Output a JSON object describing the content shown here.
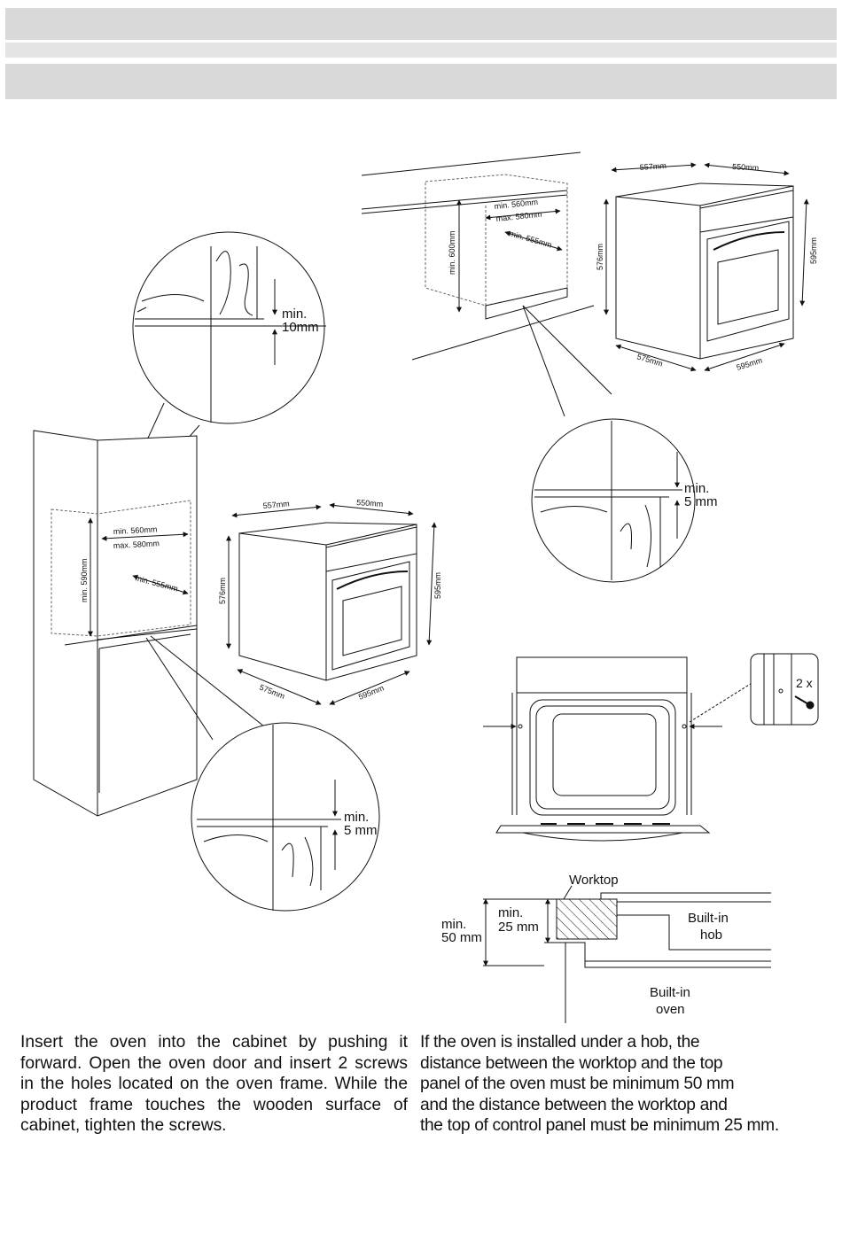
{
  "header_bands": [
    "",
    "",
    ""
  ],
  "labels": {
    "top_cabinet": {
      "min_height": "min. 600mm",
      "min_width": "min. 560mm",
      "max_width": "max. 580mm",
      "min_depth": "min. 555mm"
    },
    "top_oven": {
      "width_top": "557mm",
      "depth_top": "550mm",
      "height_left": "576mm",
      "height_right": "595mm",
      "bottom_depth": "575mm",
      "bottom_width": "595mm"
    },
    "column_cabinet": {
      "min_height": "min. 590mm",
      "min_width": "min. 560mm",
      "max_width": "max. 580mm",
      "min_depth": "min. 555mm"
    },
    "mid_oven": {
      "width_top": "557mm",
      "depth_top": "550mm",
      "height_left": "576mm",
      "height_right": "595mm",
      "bottom_depth": "575mm",
      "bottom_width": "595mm"
    },
    "detail_top_left": {
      "min": "min.",
      "value": "10mm"
    },
    "detail_right": {
      "min": "min.",
      "value": "5 mm"
    },
    "detail_bottom": {
      "min": "min.",
      "value": "5 mm"
    },
    "screws": "2 x",
    "hob_section": {
      "worktop": "Worktop",
      "min50_a": "min.",
      "min50_b": "50 mm",
      "min25_a": "min.",
      "min25_b": "25 mm",
      "hob_a": "Built-in",
      "hob_b": "hob",
      "oven_a": "Built-in",
      "oven_b": "oven"
    }
  },
  "instructions": {
    "left": [
      "Insert the oven into the cabinet by pushing it",
      "forward. Open the oven door and insert 2 screws",
      "in the holes located on the oven frame. While the",
      "product frame touches the wooden surface of",
      "cabinet, tighten the screws."
    ],
    "right": [
      "If the oven is installed under a hob, the",
      "distance between the worktop and the top",
      "panel of the oven must be minimum 50 mm",
      "and the distance between the worktop and",
      "the top of control panel must be minimum 25 mm."
    ]
  }
}
